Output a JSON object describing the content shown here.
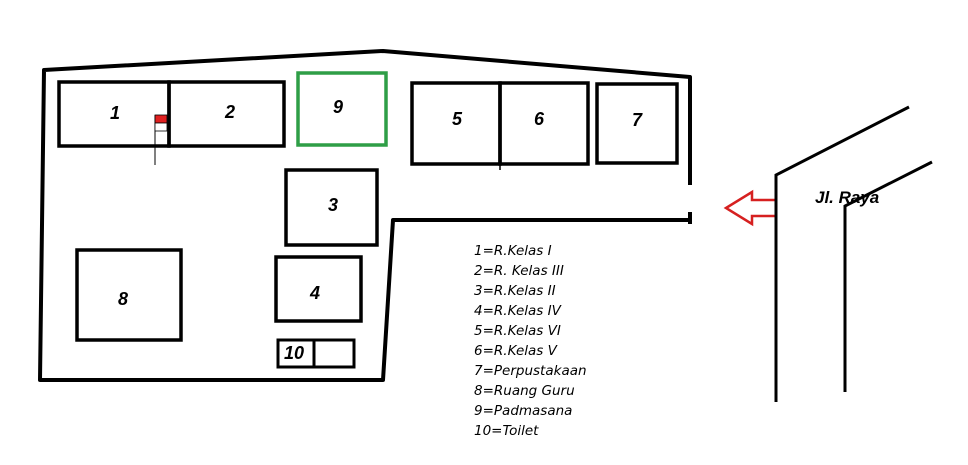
{
  "rooms": {
    "r1": "1",
    "r2": "2",
    "r3": "3",
    "r4": "4",
    "r5": "5",
    "r6": "6",
    "r7": "7",
    "r8": "8",
    "r9": "9",
    "r10": "10"
  },
  "road": {
    "label": "Jl. Raya"
  },
  "legend": [
    "1=R.Kelas I",
    "2=R. Kelas III",
    "3=R.Kelas II",
    "4=R.Kelas IV",
    "5=R.Kelas VI",
    "6=R.Kelas V",
    "7=Perpustakaan",
    "8=Ruang Guru",
    "9=Padmasana",
    "10=Toilet"
  ],
  "colors": {
    "outline": "#000000",
    "padmasana": "#2e9e46",
    "flag": "#e02020",
    "entrance_arrow": "#d62020"
  }
}
